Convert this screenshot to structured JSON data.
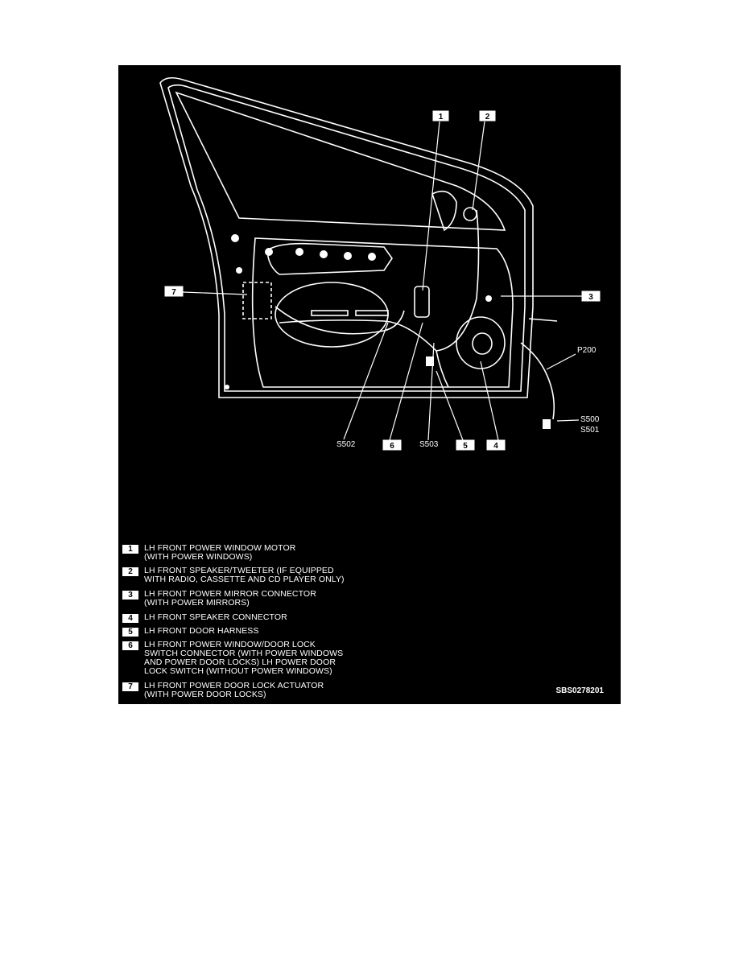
{
  "callouts": {
    "c1": "1",
    "c2": "2",
    "c3": "3",
    "c4": "4",
    "c5": "5",
    "c6": "6",
    "c7": "7"
  },
  "labels": {
    "p200": "P200",
    "s500": "S500",
    "s501": "S501",
    "s502": "S502",
    "s503": "S503"
  },
  "legend": [
    {
      "num": "1",
      "text": "LH FRONT POWER WINDOW MOTOR\n(WITH POWER WINDOWS)"
    },
    {
      "num": "2",
      "text": "LH FRONT SPEAKER/TWEETER (IF EQUIPPED\nWITH RADIO, CASSETTE AND CD PLAYER ONLY)"
    },
    {
      "num": "3",
      "text": "LH FRONT POWER MIRROR CONNECTOR\n(WITH POWER MIRRORS)"
    },
    {
      "num": "4",
      "text": "LH FRONT SPEAKER CONNECTOR"
    },
    {
      "num": "5",
      "text": "LH FRONT DOOR HARNESS"
    },
    {
      "num": "6",
      "text": "LH FRONT POWER WINDOW/DOOR LOCK\nSWITCH CONNECTOR (WITH POWER WINDOWS\nAND POWER DOOR LOCKS) LH POWER DOOR\nLOCK SWITCH (WITHOUT POWER WINDOWS)"
    },
    {
      "num": "7",
      "text": "LH FRONT POWER DOOR LOCK ACTUATOR\n(WITH POWER DOOR LOCKS)"
    }
  ],
  "figure_code": "SBS0278201"
}
